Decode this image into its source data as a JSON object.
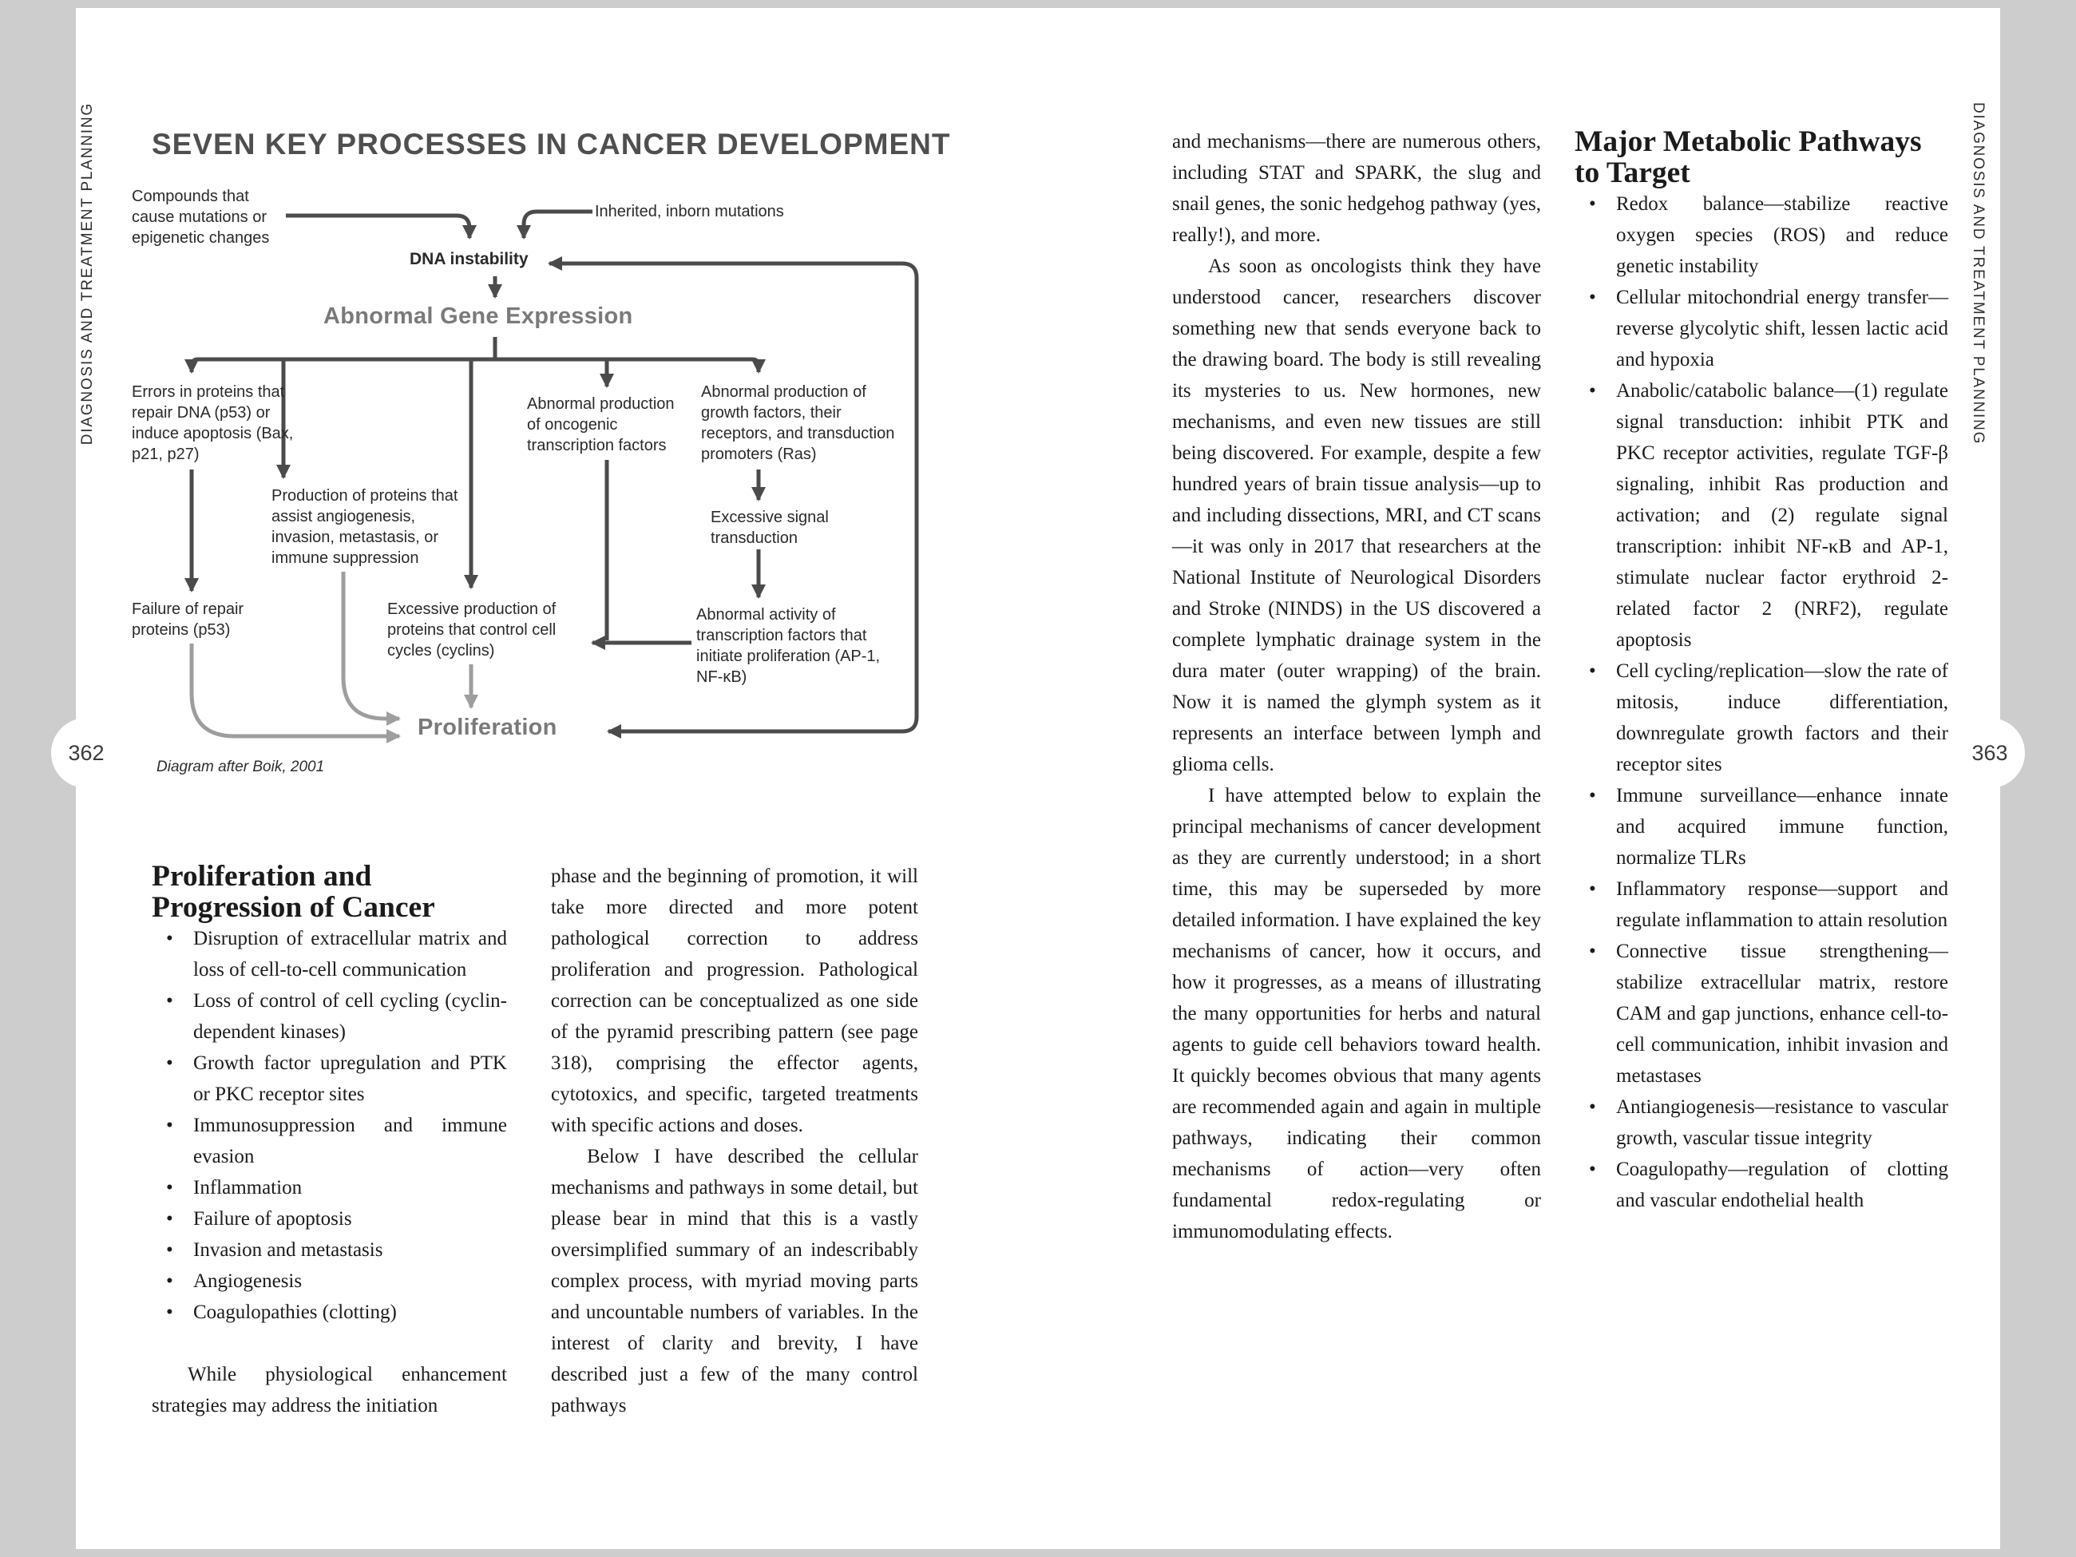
{
  "chrome": {
    "edge_tab_left": "DIAGNOSIS AND TREATMENT PLANNING",
    "edge_tab_right": "DIAGNOSIS AND TREATMENT PLANNING",
    "page_number_left": "362",
    "page_number_right": "363"
  },
  "diagram": {
    "title": "SEVEN KEY PROCESSES IN CANCER DEVELOPMENT",
    "caption": "Diagram after Boik, 2001",
    "colors": {
      "arrow_dark": "#4b4b4b",
      "arrow_light": "#9e9e9e"
    },
    "nodes": {
      "compounds": "Compounds that cause mutations or epigenetic changes",
      "inherited": "Inherited, inborn mutations",
      "dna_instability": "DNA instability",
      "abnormal_gene_expression": "Abnormal Gene Expression",
      "errors_repair_proteins": "Errors in proteins that repair DNA (p53) or induce apoptosis (Bax, p21, p27)",
      "oncogenic_transcription": "Abnormal production of oncogenic transcription factors",
      "growth_factors": "Abnormal production of growth factors, their receptors, and transduction promoters (Ras)",
      "angiogenesis_proteins": "Production of proteins that assist angiogenesis, invasion, metastasis, or immune suppression",
      "excessive_signal": "Excessive signal transduction",
      "failure_repair": "Failure of repair proteins (p53)",
      "cyclins": "Excessive production of proteins that control cell cycles (cyclins)",
      "ap1_nfkb": "Abnormal activity of transcription factors that initiate proliferation (AP-1, NF-κB)",
      "proliferation": "Proliferation"
    }
  },
  "left_page": {
    "section_heading": "Proliferation and Progression of Cancer",
    "bullets": [
      "Disruption of extracellular matrix and loss of cell-to-cell communication",
      "Loss of control of cell cycling (cyclin-dependent kinases)",
      "Growth factor upregulation and PTK or PKC receptor sites",
      "Immunosuppression and immune evasion",
      "Inflammation",
      "Failure of apoptosis",
      "Invasion and metastasis",
      "Angiogenesis",
      "Coagulopathies (clotting)"
    ],
    "col1_paragraph": "While physiological enhancement strategies may address the initiation",
    "col2_paragraph_1": "phase and the beginning of promotion, it will take more directed and more potent pathological correction to address proliferation and progression. Pathological correction can be conceptualized as one side of the pyramid prescribing pattern (see page 318), comprising the effector agents, cytotoxics, and specific, targeted treatments with specific actions and doses.",
    "col2_paragraph_2": "Below I have described the cellular mechanisms and pathways in some detail, but please bear in mind that this is a vastly oversimplified summary of an indescribably complex process, with myriad moving parts and uncountable numbers of variables. In the interest of clarity and brevity, I have described just a few of the many control pathways"
  },
  "right_page": {
    "col3_paragraph_1": "and mechanisms—there are numerous others, including STAT and SPARK, the slug and snail genes, the sonic hedgehog pathway (yes, really!), and more.",
    "col3_paragraph_2": "As soon as oncologists think they have understood cancer, researchers discover something new that sends everyone back to the drawing board. The body is still revealing its mysteries to us. New hormones, new mechanisms, and even new tissues are still being discovered. For example, despite a few hundred years of brain tissue analysis—up to and including dissections, MRI, and CT scans—it was only in 2017 that researchers at the National Institute of Neurological Disorders and Stroke (NINDS) in the US discovered a complete lymphatic drainage system in the dura mater (outer wrapping) of the brain. Now it is named the glymph system as it represents an interface between lymph and glioma cells.",
    "col3_paragraph_3": "I have attempted below to explain the principal mechanisms of cancer development as they are currently understood; in a short time, this may be superseded by more detailed information. I have explained the key mechanisms of cancer, how it occurs, and how it progresses, as a means of illustrating the many opportunities for herbs and natural agents to guide cell behaviors toward health. It quickly becomes obvious that many agents are recommended again and again in multiple pathways, indicating their common mechanisms of action—very often fundamental redox-regulating or immunomodulating effects.",
    "section_heading": "Major Metabolic Pathways to Target",
    "bullets": [
      "Redox balance—stabilize reactive oxygen species (ROS) and reduce genetic instability",
      "Cellular mitochondrial energy transfer—reverse glycolytic shift, lessen lactic acid and hypoxia",
      "Anabolic/catabolic balance—(1) regulate signal transduction: inhibit PTK and PKC receptor activities, regulate TGF-β signaling, inhibit Ras production and activation; and (2) regulate signal transcription: inhibit NF-κB and AP-1, stimulate nuclear factor erythroid 2-related factor 2 (NRF2), regulate apoptosis",
      "Cell cycling/replication—slow the rate of mitosis, induce differentiation, downregulate growth factors and their receptor sites",
      "Immune surveillance—enhance innate and acquired immune function, normalize TLRs",
      "Inflammatory response—support and regulate inflammation to attain resolution",
      "Connective tissue strengthening—stabilize extracellular matrix, restore CAM and gap junctions, enhance cell-to-cell communication, inhibit invasion and metastases",
      "Antiangiogenesis—resistance to vascular growth, vascular tissue integrity",
      "Coagulopathy—regulation of clotting and vascular endothelial health"
    ]
  }
}
